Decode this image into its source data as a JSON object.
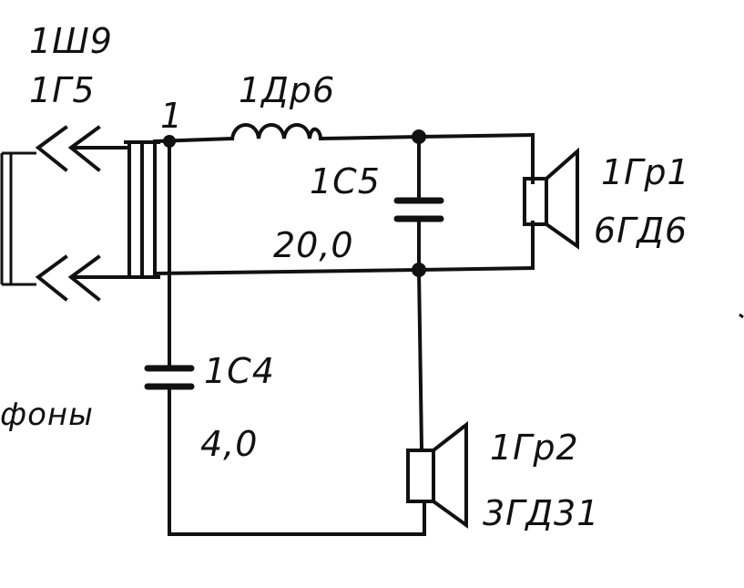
{
  "labels": {
    "connector_ref": "1Ш9",
    "plug_ref": "1Г5",
    "node_1": "1",
    "inductor_ref": "1Др6",
    "cap_top_ref": "1С5",
    "cap_top_value": "20,0",
    "speaker1_ref": "1Гр1",
    "speaker1_type": "6ГД6",
    "cap_bottom_ref": "1С4",
    "cap_bottom_value": "4,0",
    "speaker2_ref": "1Гр2",
    "speaker2_type": "3ГД31",
    "left_cut_text": "фоны"
  }
}
